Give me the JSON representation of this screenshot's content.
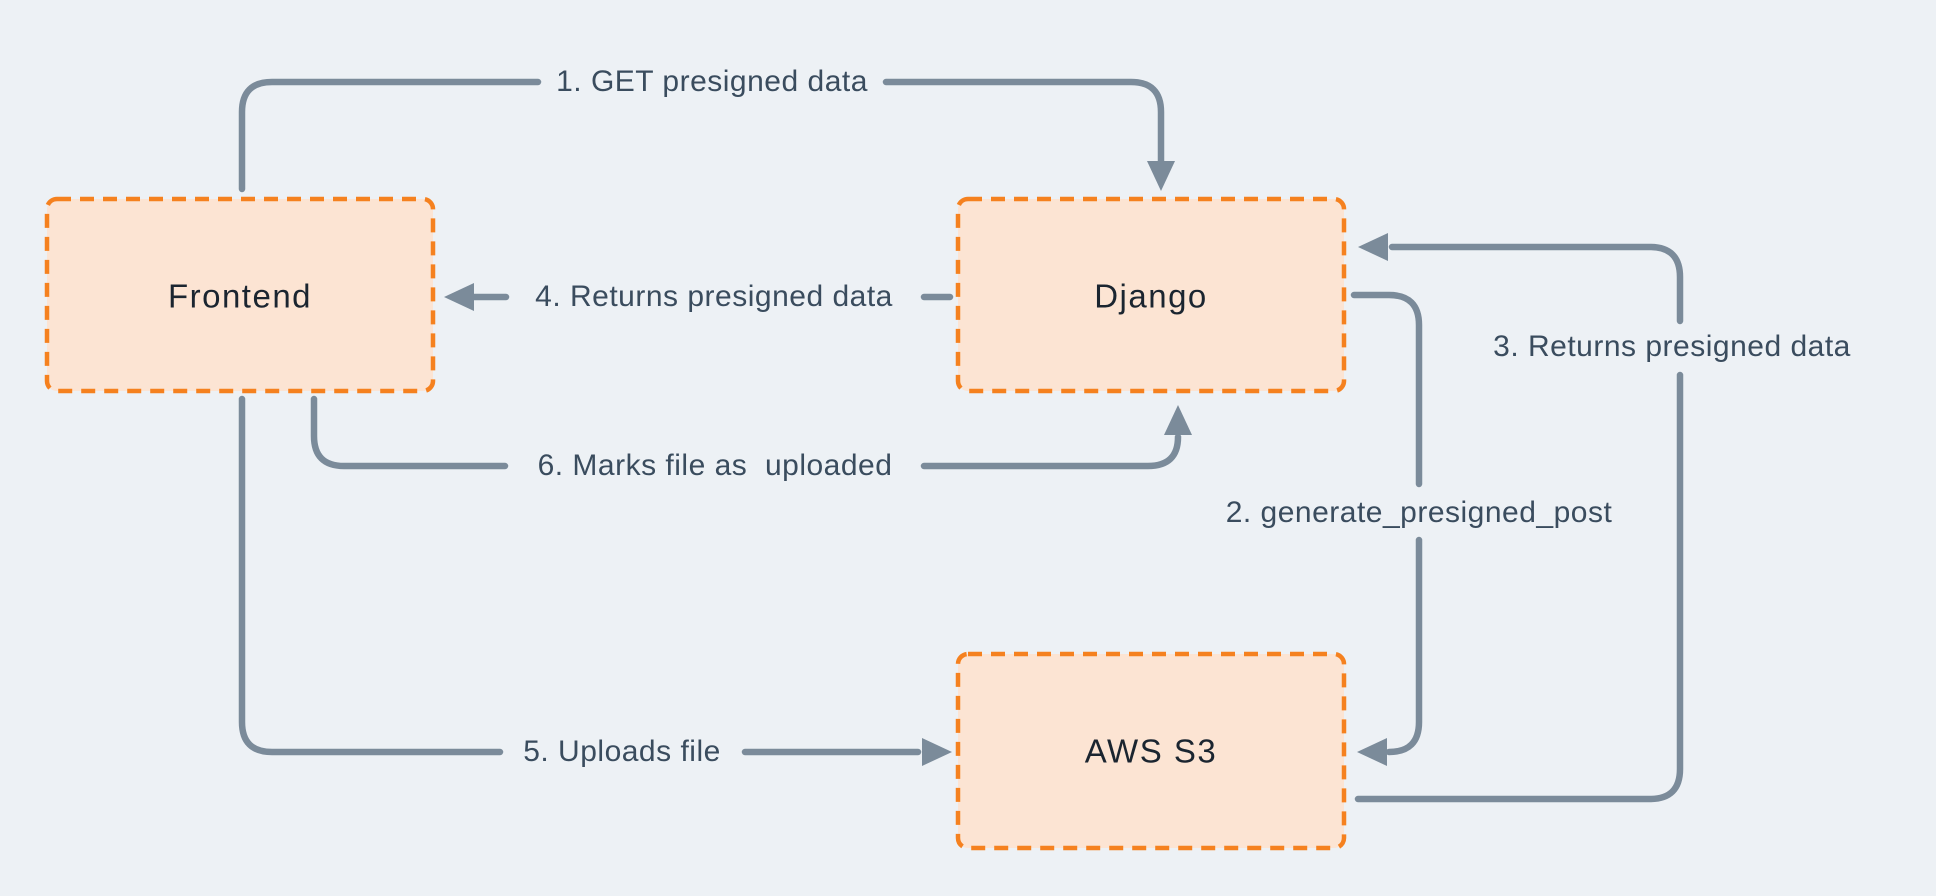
{
  "diagram": {
    "type": "flow-diagram",
    "colors": {
      "bg": "#edf1f5",
      "line": "#7b8b9a",
      "accent": "#f5811f",
      "node-fill": "#fce4d3",
      "node-label": "#1b2530",
      "edge-label": "#3a4c5e"
    },
    "nodes": [
      {
        "id": "frontend",
        "label": "Frontend"
      },
      {
        "id": "django",
        "label": "Django"
      },
      {
        "id": "aws-s3",
        "label": "AWS S3"
      }
    ],
    "edges": [
      {
        "id": "1",
        "label": "1. GET presigned data",
        "from": "frontend",
        "to": "django"
      },
      {
        "id": "2",
        "label": "2. generate_presigned_post",
        "from": "django",
        "to": "aws-s3"
      },
      {
        "id": "3",
        "label": "3. Returns presigned data",
        "from": "aws-s3",
        "to": "django"
      },
      {
        "id": "4",
        "label": "4. Returns presigned data",
        "from": "django",
        "to": "frontend"
      },
      {
        "id": "5",
        "label": "5. Uploads file",
        "from": "frontend",
        "to": "aws-s3"
      },
      {
        "id": "6",
        "label": "6. Marks file as  uploaded",
        "from": "frontend",
        "to": "django"
      }
    ]
  }
}
